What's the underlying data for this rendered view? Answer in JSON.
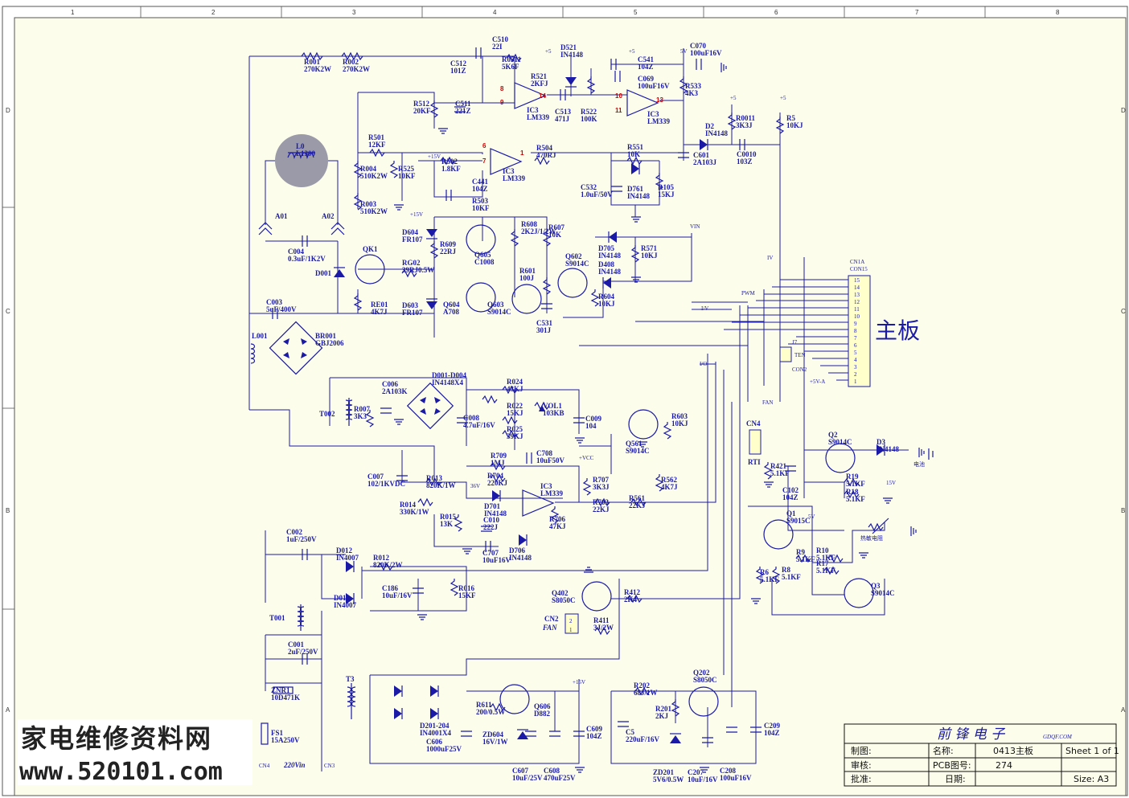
{
  "grid": {
    "columns": [
      "1",
      "2",
      "3",
      "4",
      "5",
      "6",
      "7",
      "8"
    ],
    "rows": [
      "D",
      "C",
      "B",
      "A"
    ]
  },
  "main_board_label": "主板",
  "components": {
    "R001": [
      "R001",
      "270K2W"
    ],
    "R002": [
      "R002",
      "270K2W"
    ],
    "C512": [
      "C512",
      "101Z"
    ],
    "C510": [
      "C510",
      "22I"
    ],
    "R0511": [
      "R0511",
      "5K6F"
    ],
    "R521": [
      "R521",
      "2KFJ"
    ],
    "D521": [
      "D521",
      "IN4148"
    ],
    "C513": [
      "C513",
      "471J"
    ],
    "R522": [
      "R522",
      "100K"
    ],
    "C541": [
      "C541",
      "104Z"
    ],
    "C069": [
      "C069",
      "100uF16V"
    ],
    "C070": [
      "C070",
      "100uF16V"
    ],
    "R533": [
      "R533",
      "4K3"
    ],
    "R512": [
      "R512",
      "20KF"
    ],
    "C511": [
      "C511",
      "221Z"
    ],
    "IC3_4": [
      "IC3",
      "LM339"
    ],
    "IC3_3": [
      "IC3",
      "LM339"
    ],
    "IC3_1": [
      "IC3",
      "LM339"
    ],
    "IC3_2": [
      "IC3",
      "LM339"
    ],
    "D2": [
      "D2",
      "IN4148"
    ],
    "R0011": [
      "R0011",
      "3K3J"
    ],
    "R5": [
      "R5",
      "10KJ"
    ],
    "C601": [
      "C601",
      "2A103J"
    ],
    "C0010": [
      "C0010",
      "103Z"
    ],
    "R501": [
      "R501",
      "12KF"
    ],
    "R525": [
      "R525",
      "10KF"
    ],
    "R004": [
      "R004",
      "510K2W"
    ],
    "R504": [
      "R504",
      "470RJ"
    ],
    "R502": [
      "R502",
      "1.8KF"
    ],
    "C441": [
      "C441",
      "104Z"
    ],
    "R551": [
      "R551",
      "10K"
    ],
    "D761": [
      "D761",
      "IN4148"
    ],
    "R105": [
      "R105",
      "15KJ"
    ],
    "C532": [
      "C532",
      "1.0uF/50V"
    ],
    "L0": [
      "L0",
      "L1300"
    ],
    "R003": [
      "R003",
      "510K2W"
    ],
    "R503": [
      "R503",
      "10KF"
    ],
    "A01": [
      "A01",
      ""
    ],
    "A02": [
      "A02",
      ""
    ],
    "D604": [
      "D604",
      "FR107"
    ],
    "R609": [
      "R609",
      "22RJ"
    ],
    "Q605": [
      "Q605",
      "C1008"
    ],
    "R608": [
      "R608",
      "2K2J/1/2W"
    ],
    "R607": [
      "R607",
      "10K"
    ],
    "D705": [
      "D705",
      "IN4148"
    ],
    "R571": [
      "R571",
      "10KJ"
    ],
    "C004": [
      "C004",
      "0.3uF/1K2V"
    ],
    "QK1": [
      "QK1",
      ""
    ],
    "D001": [
      "D001",
      ""
    ],
    "RG02": [
      "RG02",
      "39RJ0.5W"
    ],
    "R601": [
      "R601",
      "100J"
    ],
    "Q602": [
      "Q602",
      "S9014C"
    ],
    "D408": [
      "D408",
      "IN4148"
    ],
    "R604": [
      "R604",
      "10KJ"
    ],
    "C003": [
      "C003",
      "5uF/400V"
    ],
    "RE01": [
      "RE01",
      "4K7J"
    ],
    "D603": [
      "D603",
      "FR107"
    ],
    "Q604": [
      "Q604",
      "A708"
    ],
    "Q603": [
      "Q603",
      "S9014C"
    ],
    "C531": [
      "C531",
      "301J"
    ],
    "L001": [
      "L001",
      ""
    ],
    "BR001": [
      "BR001",
      "GBJ2006"
    ],
    "C006": [
      "C006",
      "2A103K"
    ],
    "D001_D004": [
      "D001-D004",
      "IN4148X4"
    ],
    "R024": [
      "R024",
      "43KJ"
    ],
    "R022": [
      "R022",
      "15KJ"
    ],
    "R025": [
      "R025",
      "39KJ"
    ],
    "VOL1": [
      "VOL1",
      "103KB"
    ],
    "C009": [
      "C009",
      "104"
    ],
    "R007": [
      "R007",
      "3K3"
    ],
    "T002": [
      "T002",
      ""
    ],
    "C008": [
      "C008",
      "4.7uF/16V"
    ],
    "Q561": [
      "Q561",
      "S9014C"
    ],
    "R603": [
      "R603",
      "10KJ"
    ],
    "C007": [
      "C007",
      "102/1KVDC"
    ],
    "R013": [
      "R013",
      "820K/1W"
    ],
    "R014": [
      "R014",
      "330K/1W"
    ],
    "R709": [
      "R709",
      "1MJ"
    ],
    "C708": [
      "C708",
      "10uF50V"
    ],
    "R704": [
      "R704",
      "220KJ"
    ],
    "D701": [
      "D701",
      "IN4148"
    ],
    "R015": [
      "R015",
      "13K"
    ],
    "C010": [
      "C010",
      "222J"
    ],
    "R706": [
      "R706",
      "47KJ"
    ],
    "C707": [
      "C707",
      "10uF16V"
    ],
    "D706": [
      "D706",
      "IN4148"
    ],
    "R707": [
      "R707",
      "3K3J"
    ],
    "R703": [
      "R703",
      "22KJ"
    ],
    "R561": [
      "R561",
      "22KJ"
    ],
    "R562": [
      "R562",
      "4K7J"
    ],
    "CN4": [
      "CN4",
      ""
    ],
    "RT1": [
      "RTI",
      ""
    ],
    "R421": [
      "R421",
      "5.1KF"
    ],
    "C102": [
      "C102",
      "104Z"
    ],
    "Q2": [
      "Q2",
      "S9014C"
    ],
    "D3": [
      "D3",
      "IN4148"
    ],
    "R19": [
      "R19",
      "5.1KF"
    ],
    "R18": [
      "R18",
      "5.1KF"
    ],
    "C002": [
      "C002",
      "1uF/250V"
    ],
    "D012": [
      "D012",
      "IN4007"
    ],
    "D011": [
      "D011",
      "IN4007"
    ],
    "R012": [
      "R012",
      "820K/2W"
    ],
    "C186": [
      "C186",
      "10uF/16V"
    ],
    "R016": [
      "R016",
      "15KF"
    ],
    "Q1": [
      "Q1",
      "S9015C"
    ],
    "R9": [
      "R9",
      "5.1KF"
    ],
    "R10": [
      "R10",
      "5.1KF"
    ],
    "R17": [
      "R17",
      "5.1KF"
    ],
    "R6": [
      "R6",
      "5.1KF"
    ],
    "R8": [
      "R8",
      "5.1KF"
    ],
    "Q3": [
      "Q3",
      "S9014C"
    ],
    "Q402": [
      "Q402",
      "S8050C"
    ],
    "R412": [
      "R412",
      "2K4"
    ],
    "R411": [
      "R411",
      "3J/2W"
    ],
    "T001": [
      "T001",
      ""
    ],
    "C001": [
      "C001",
      "2uF/250V"
    ],
    "ZNR1": [
      "ZNR1",
      "10D471K"
    ],
    "T3": [
      "T3",
      ""
    ],
    "D201": [
      "D201-204",
      "IN4001X4"
    ],
    "C606": [
      "C606",
      "1000uF25V"
    ],
    "R611": [
      "R611",
      "200/0.5W"
    ],
    "Q606": [
      "Q606",
      "D882"
    ],
    "ZD604": [
      "ZD604",
      "16V/1W"
    ],
    "C607": [
      "C607",
      "10uF/25V"
    ],
    "C608": [
      "C608",
      "470uF25V"
    ],
    "C609": [
      "C609",
      "104Z"
    ],
    "R202": [
      "R202",
      "68J/1W"
    ],
    "R201": [
      "R201",
      "2KJ"
    ],
    "Q202": [
      "Q202",
      "S8050C"
    ],
    "C5": [
      "C5",
      "220uF/16V"
    ],
    "ZD201": [
      "ZD201",
      "5V6/0.5W"
    ],
    "C207": [
      "C207",
      "10uF/16V"
    ],
    "C208": [
      "C208",
      "100uF16V"
    ],
    "C209": [
      "C209",
      "104Z"
    ],
    "FS1": [
      "FS1",
      "15A250V"
    ]
  },
  "nets": {
    "v5a": "+5",
    "v5b": "+5",
    "v5c": "+5",
    "v5d": "5V",
    "v5e": "+5",
    "v15a": "+15V",
    "v15b": "+15V",
    "v15c": "+15V",
    "vin": "VIN",
    "iv1": "IV",
    "iv2": "I/V",
    "io": "I/O",
    "pwm": "PWM",
    "fan_net": "FAN",
    "ten": "TEN",
    "con2": "CON2",
    "v5va": "+5V-A",
    "vcc": "+VCC",
    "v36": "36V",
    "v15r": "15V",
    "v5r": "5V",
    "cn4b": "CN4",
    "cn3b": "CN3",
    "ac_in": "220Vin",
    "battery": "电池",
    "sensor": "热敏电阻",
    "cn1a": "CN1A",
    "con15": "CON15",
    "j7": "J7"
  },
  "pins": {
    "p8": "8",
    "p9": "9",
    "p14": "14",
    "p10": "10",
    "p11": "11",
    "p13": "13",
    "p6": "6",
    "p7": "7",
    "p1": "1"
  },
  "connector_pins": [
    "15",
    "14",
    "13",
    "12",
    "11",
    "10",
    "9",
    "8",
    "7",
    "6",
    "5",
    "4",
    "3",
    "2",
    "1"
  ],
  "cn2": {
    "label": "CN2",
    "name": "FAN",
    "pins": [
      "2",
      "1"
    ]
  },
  "title_block": {
    "company": "前 锋 电 子",
    "company_url": "GDQF.COM",
    "draw_label": "制图:",
    "name_label": "名称:",
    "name_value": "0413主板",
    "sheet": "Sheet 1 of 1",
    "review_label": "审核:",
    "pcb_label": "PCB图号:",
    "pcb_value": "274",
    "approve_label": "批准:",
    "date_label": "日期:",
    "size": "Size:  A3"
  },
  "watermark": {
    "line1": "家电维修资料网",
    "line2": "www.520101.com"
  },
  "colors": {
    "background": "#ffffff",
    "sheet_background": "#fdfdec",
    "wire": "#1a1aa6",
    "pin_number": "#d40000",
    "connector_fill": "#ffffcc",
    "coil_highlight": "#9a9aa8"
  }
}
